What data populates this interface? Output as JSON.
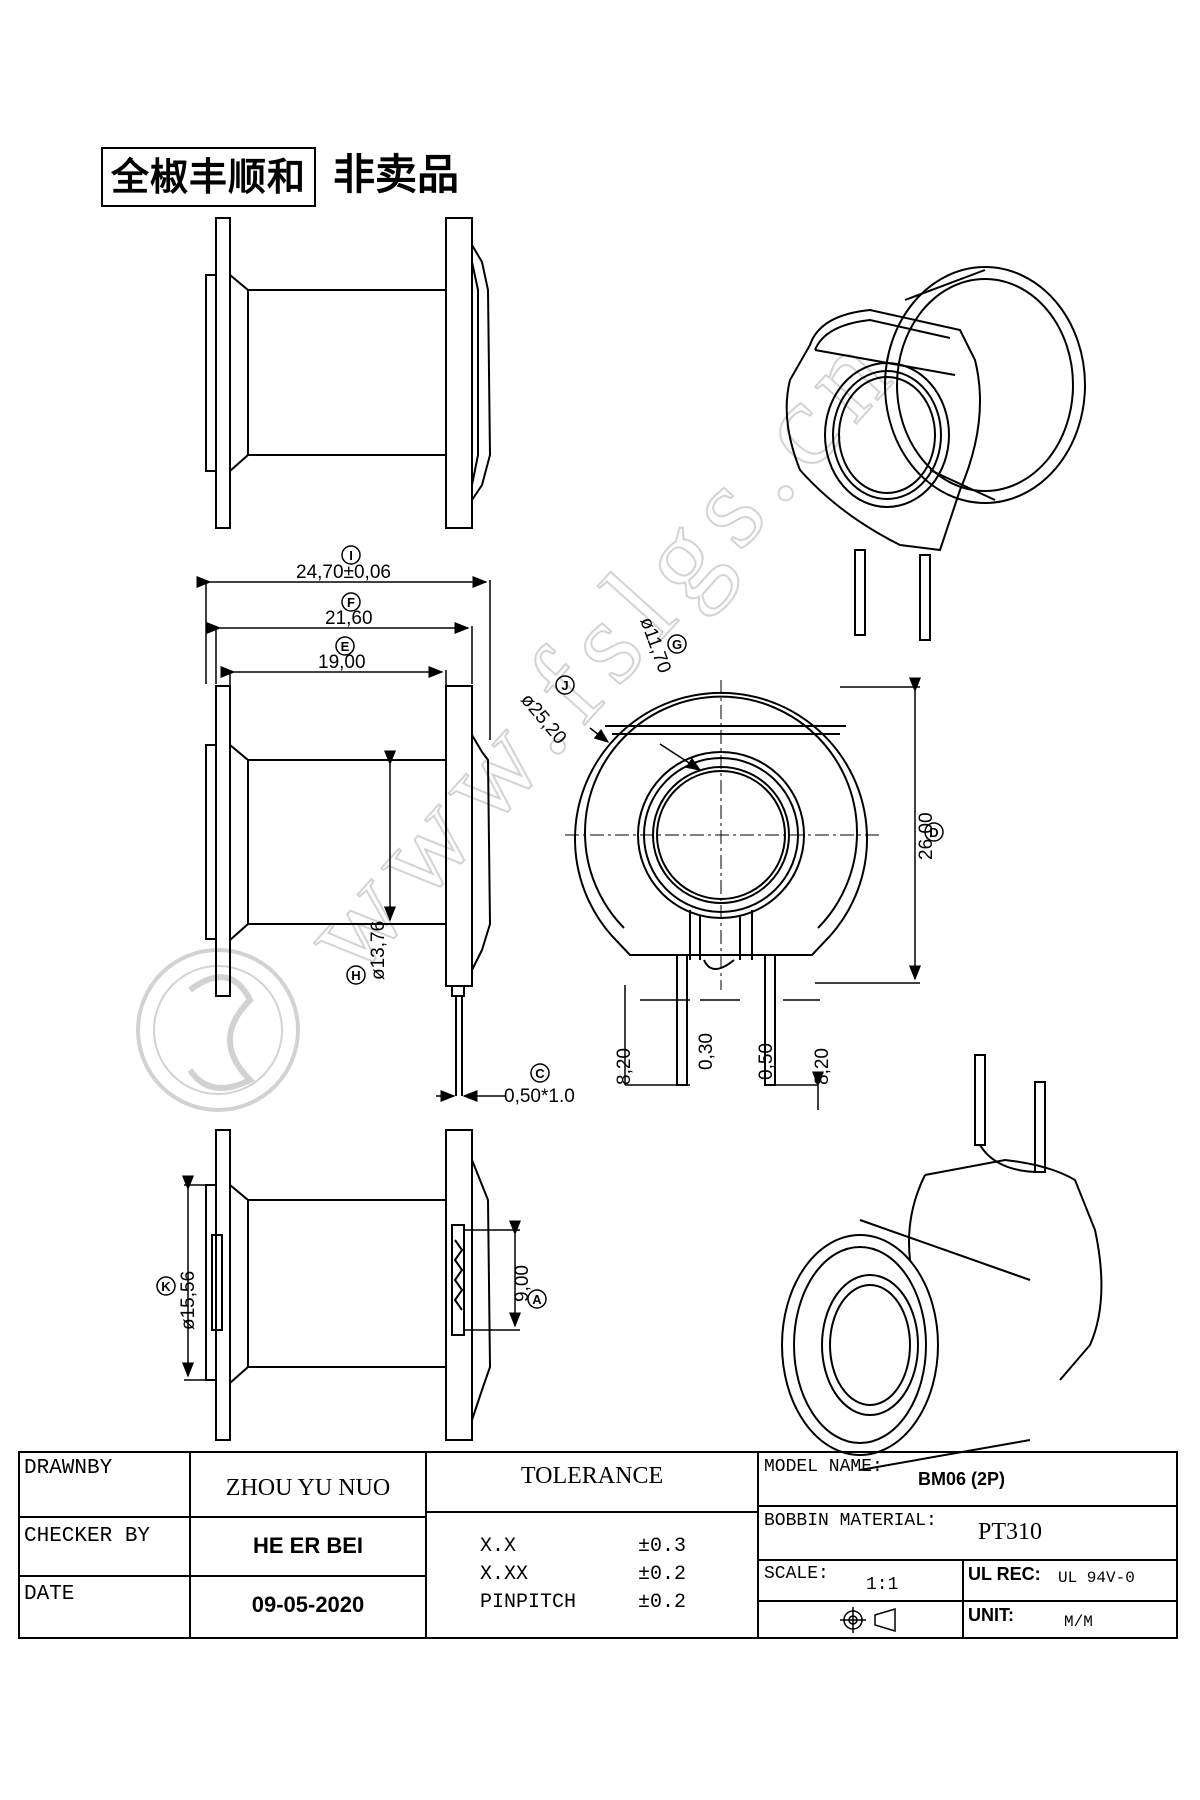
{
  "header": {
    "company": "全椒丰顺和",
    "note": "非卖品"
  },
  "dimensions": {
    "overall_length": "24,70±0,06",
    "flange_span": "21,60",
    "winding_length": "19,00",
    "core_diameter": "ø13,76",
    "pin_size": "0,50*1.0",
    "flange_diameter": "ø25,20",
    "bore_diameter": "ø11,70",
    "height": "26,00",
    "pin_length_left": "8,20",
    "pin_length_right": "8,20",
    "pin_offset_left": "0,30",
    "pin_offset_right": "0,50",
    "inner_diameter": "ø15,56",
    "pin_pitch": "9,00"
  },
  "callouts": {
    "A": "A",
    "C": "C",
    "D": "D",
    "E": "E",
    "F": "F",
    "G": "G",
    "H": "H",
    "I": "I",
    "J": "J",
    "K": "K"
  },
  "watermark": "www.fslgs.cn",
  "title_block": {
    "drawn_by_label": "DRAWNBY",
    "drawn_by": "ZHOU YU NUO",
    "checker_label": "CHECKER BY",
    "checker": "HE ER BEI",
    "date_label": "DATE",
    "date": "09-05-2020",
    "tolerance_label": "TOLERANCE",
    "tolerances": [
      {
        "name": "X.X",
        "value": "±0.3"
      },
      {
        "name": "X.XX",
        "value": "±0.2"
      },
      {
        "name": "PINPITCH",
        "value": "±0.2"
      }
    ],
    "model_label": "MODEL NAME:",
    "model": "BM06 (2P)",
    "material_label": "BOBBIN MATERIAL:",
    "material": "PT310",
    "scale_label": "SCALE:",
    "scale": "1:1",
    "ul_label": "UL REC:",
    "ul": "UL 94V-0",
    "unit_label": "UNIT:",
    "unit": "M/M"
  }
}
